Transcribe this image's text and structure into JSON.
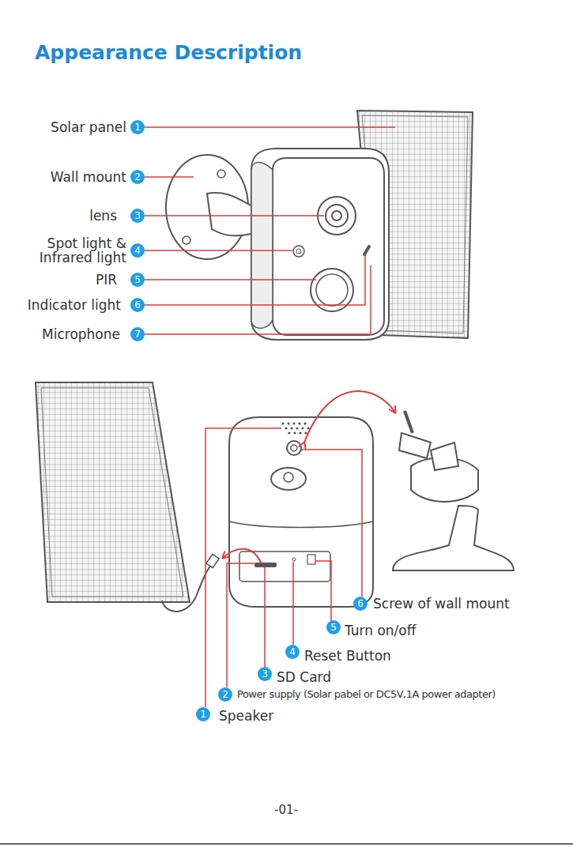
{
  "diagram": {
    "title": "Appearance Description",
    "nodes": [
      {
        "text": [
          "1"
        ]
      },
      {
        "text": [
          "2"
        ]
      },
      {
        "text": [
          "3"
        ]
      },
      {
        "text": [
          "4"
        ]
      },
      {
        "text": [
          "5"
        ]
      },
      {
        "text": [
          "6"
        ]
      },
      {
        "text": [
          "7"
        ]
      },
      {
        "text": [
          "6"
        ]
      },
      {
        "text": [
          "5"
        ]
      },
      {
        "text": [
          "4"
        ]
      },
      {
        "text": [
          "3"
        ]
      },
      {
        "text": [
          "2"
        ]
      },
      {
        "text": [
          "1"
        ]
      }
    ],
    "labels": [
      "Solar panel",
      "Wall mount",
      "lens",
      "Spot light & Infrared light",
      "PIR",
      "Indicator light",
      "Microphone",
      "Screw of wall mount",
      "Turn on/off",
      "Reset Button",
      "SD Card",
      "Power supply (Solar pabel or DC5V,1A power adapter)",
      "Speaker",
      "-01-"
    ]
  }
}
